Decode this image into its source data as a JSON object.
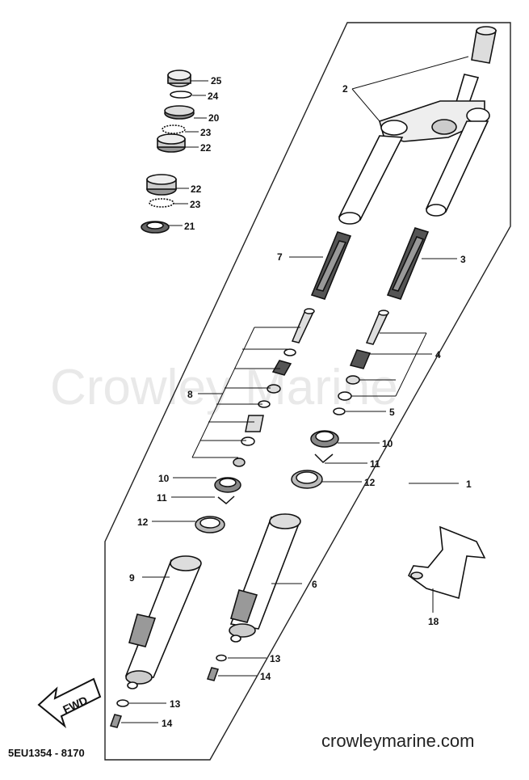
{
  "watermark": "Crowley Marine",
  "footer": {
    "drawing_code": "5EU1354 - 8170",
    "site": "crowleymarine.com"
  },
  "fwd_label": "FWD",
  "callouts": [
    {
      "id": "c25",
      "label": "25"
    },
    {
      "id": "c24",
      "label": "24"
    },
    {
      "id": "c20",
      "label": "20"
    },
    {
      "id": "c23a",
      "label": "23"
    },
    {
      "id": "c22a",
      "label": "22"
    },
    {
      "id": "c22b",
      "label": "22"
    },
    {
      "id": "c23b",
      "label": "23"
    },
    {
      "id": "c21",
      "label": "21"
    },
    {
      "id": "c2",
      "label": "2"
    },
    {
      "id": "c7",
      "label": "7"
    },
    {
      "id": "c3",
      "label": "3"
    },
    {
      "id": "c4",
      "label": "4"
    },
    {
      "id": "c8",
      "label": "8"
    },
    {
      "id": "c5",
      "label": "5"
    },
    {
      "id": "c10a",
      "label": "10"
    },
    {
      "id": "c11a",
      "label": "11"
    },
    {
      "id": "c10b",
      "label": "10"
    },
    {
      "id": "c12a",
      "label": "12"
    },
    {
      "id": "c11b",
      "label": "11"
    },
    {
      "id": "c12b",
      "label": "12"
    },
    {
      "id": "c1",
      "label": "1"
    },
    {
      "id": "c9",
      "label": "9"
    },
    {
      "id": "c6",
      "label": "6"
    },
    {
      "id": "c18",
      "label": "18"
    },
    {
      "id": "c13a",
      "label": "13"
    },
    {
      "id": "c14a",
      "label": "14"
    },
    {
      "id": "c13b",
      "label": "13"
    },
    {
      "id": "c14b",
      "label": "14"
    }
  ]
}
